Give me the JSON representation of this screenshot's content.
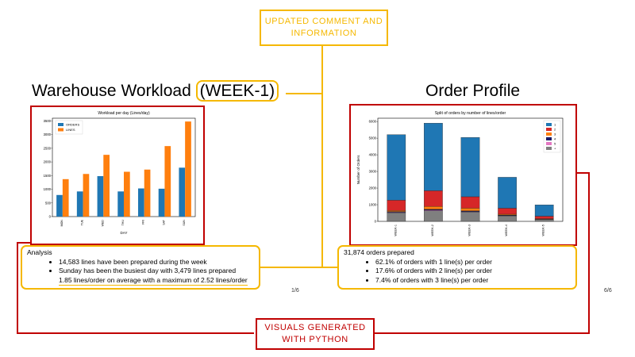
{
  "callouts": {
    "top": "UPDATED COMMENT AND INFORMATION",
    "bottom": "VISUALS GENERATED WITH PYTHON"
  },
  "left": {
    "title": "Warehouse Workload",
    "title_highlight": "(WEEK-1)",
    "analysis_heading": "Analysis",
    "analysis_items": [
      "14,583 lines have been prepared during the week",
      "Sunday has been the busiest day with 3,479 lines prepared",
      "1.85 lines/order on average with a maximum of 2.52 lines/order"
    ],
    "page": "1/6"
  },
  "right": {
    "title": "Order Profile",
    "analysis_heading": "31,874 orders prepared",
    "analysis_items": [
      "62.1% of orders with 1 line(s) per order",
      "17.6% of orders with 2 line(s) per order",
      "7.4% of orders with 3 line(s) per order"
    ],
    "page": "6/6"
  },
  "colors": {
    "yellow": "#f5b800",
    "red": "#c00000"
  },
  "chart_data": [
    {
      "type": "bar",
      "title": "Workload per day (Lines/day)",
      "xlabel": "DAY",
      "ylabel": "",
      "categories": [
        "MON",
        "TUE",
        "WED",
        "THU",
        "FRI",
        "SAT",
        "SUN"
      ],
      "series": [
        {
          "name": "ORDERS",
          "color": "#1f77b4",
          "values": [
            790,
            920,
            1480,
            920,
            1030,
            1020,
            1790
          ]
        },
        {
          "name": "LINES",
          "color": "#ff7f0e",
          "values": [
            1370,
            1560,
            2260,
            1640,
            1720,
            2580,
            3479
          ]
        }
      ],
      "ylim": [
        0,
        3600
      ],
      "yticks": [
        0,
        500,
        1000,
        1500,
        2000,
        2500,
        3000,
        3500
      ],
      "legend": "top-left"
    },
    {
      "type": "bar",
      "stacked": true,
      "title": "Split of orders by number of lines/order",
      "xlabel": "",
      "ylabel": "Number of Orders",
      "categories": [
        "WEEK-1",
        "WEEK-2",
        "WEEK-3",
        "WEEK-4",
        "WEEK-5"
      ],
      "series": [
        {
          "name": "+",
          "color": "#7f7f7f",
          "values": [
            520,
            640,
            560,
            330,
            110
          ]
        },
        {
          "name": "5",
          "color": "#e377c2",
          "values": [
            30,
            40,
            30,
            20,
            10
          ]
        },
        {
          "name": "4",
          "color": "#1a1a66",
          "values": [
            40,
            50,
            40,
            30,
            10
          ]
        },
        {
          "name": "3",
          "color": "#ff7f0e",
          "values": [
            60,
            170,
            160,
            50,
            30
          ]
        },
        {
          "name": "2",
          "color": "#d62728",
          "values": [
            620,
            940,
            690,
            360,
            150
          ]
        },
        {
          "name": "1",
          "color": "#1f77b4",
          "values": [
            3940,
            4060,
            3560,
            1860,
            680
          ]
        }
      ],
      "legend_order": [
        "1",
        "2",
        "3",
        "4",
        "5",
        "+"
      ],
      "ylim": [
        0,
        6200
      ],
      "yticks": [
        0,
        1000,
        2000,
        3000,
        4000,
        5000,
        6000
      ],
      "legend": "top-right"
    }
  ]
}
